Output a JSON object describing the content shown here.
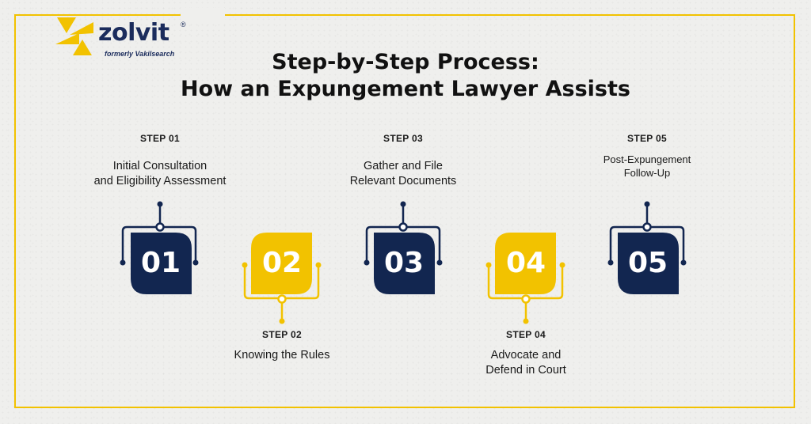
{
  "brand": {
    "name": "zolvit",
    "registered": "®",
    "tagline": "formerly Vakilsearch",
    "colors": {
      "navy": "#122650",
      "yellow": "#f2c200"
    }
  },
  "title": {
    "line1": "Step-by-Step Process:",
    "line2": "How an Expungement Lawyer Assists"
  },
  "steps": [
    {
      "label": "STEP 01",
      "number": "01",
      "desc": [
        "Initial Consultation",
        "and Eligibility Assessment"
      ],
      "color": "navy"
    },
    {
      "label": "STEP 02",
      "number": "02",
      "desc": [
        "Knowing the Rules"
      ],
      "color": "yellow"
    },
    {
      "label": "STEP 03",
      "number": "03",
      "desc": [
        "Gather and File",
        "Relevant Documents"
      ],
      "color": "navy"
    },
    {
      "label": "STEP 04",
      "number": "04",
      "desc": [
        "Advocate and",
        "Defend in Court"
      ],
      "color": "yellow"
    },
    {
      "label": "STEP 05",
      "number": "05",
      "desc": [
        "Post-Expungement",
        "Follow-Up"
      ],
      "color": "navy"
    }
  ]
}
